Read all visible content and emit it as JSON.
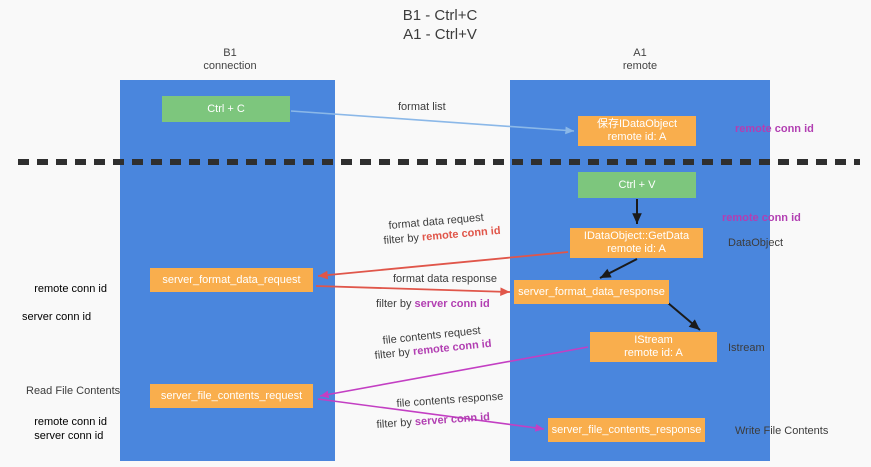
{
  "diagram": {
    "title": "B1 - Ctrl+C\nA1 - Ctrl+V",
    "lanes": [
      {
        "id": "b1",
        "heading": "B1\nconnection"
      },
      {
        "id": "a1",
        "heading": "A1\nremote"
      }
    ],
    "nodes": {
      "ctrl_c": "Ctrl + C",
      "idataobject": "保存IDataObject\nremote id: A",
      "ctrl_v": "Ctrl + V",
      "getdata": "IDataObject::GetData\nremote id: A",
      "format_data_request": "server_format_data_request",
      "format_data_response": "server_format_data_response",
      "istream": "IStream\nremote id: A",
      "file_contents_request": "server_file_contents_request",
      "file_contents_response": "server_file_contents_response"
    },
    "edge_labels": {
      "format_list": "format list",
      "format_data_request": "format data request",
      "format_data_request_filter_prefix": "filter by ",
      "format_data_request_filter_key": "remote conn id",
      "format_data_response": "format data response",
      "format_data_response_filter_prefix": "filter by ",
      "format_data_response_filter_key": "server conn id",
      "file_contents_request": "file contents request",
      "file_contents_request_filter_prefix": "filter by ",
      "file_contents_request_filter_key": "remote conn id",
      "file_contents_response": "file contents response",
      "file_contents_response_filter_prefix": "filter by ",
      "file_contents_response_filter_key": "server conn id"
    },
    "annotations": {
      "remote_conn_id_top": "remote conn id",
      "remote_conn_id_mid": "remote conn id",
      "dataobject": "DataObject",
      "istream": "Istream",
      "write_file_contents": "Write File Contents",
      "read_file_contents": "Read File Contents",
      "left_remote_conn_id_1": "remote conn id",
      "left_server_conn_id_1": "server conn id",
      "left_remote_conn_id_2": "remote conn id",
      "left_server_conn_id_2": "server conn id"
    },
    "colors": {
      "lane": "#4a86dd",
      "green_node": "#7dc67d",
      "orange_node": "#f9ae4d",
      "purple_text": "#b23fb2",
      "green_text": "#66b366",
      "red_arrow": "#e0564a",
      "magenta_arrow": "#c33fc3",
      "blue_arrow": "#8bb8e8",
      "divider": "#2f2f2f",
      "background": "#f9f9f9"
    }
  }
}
